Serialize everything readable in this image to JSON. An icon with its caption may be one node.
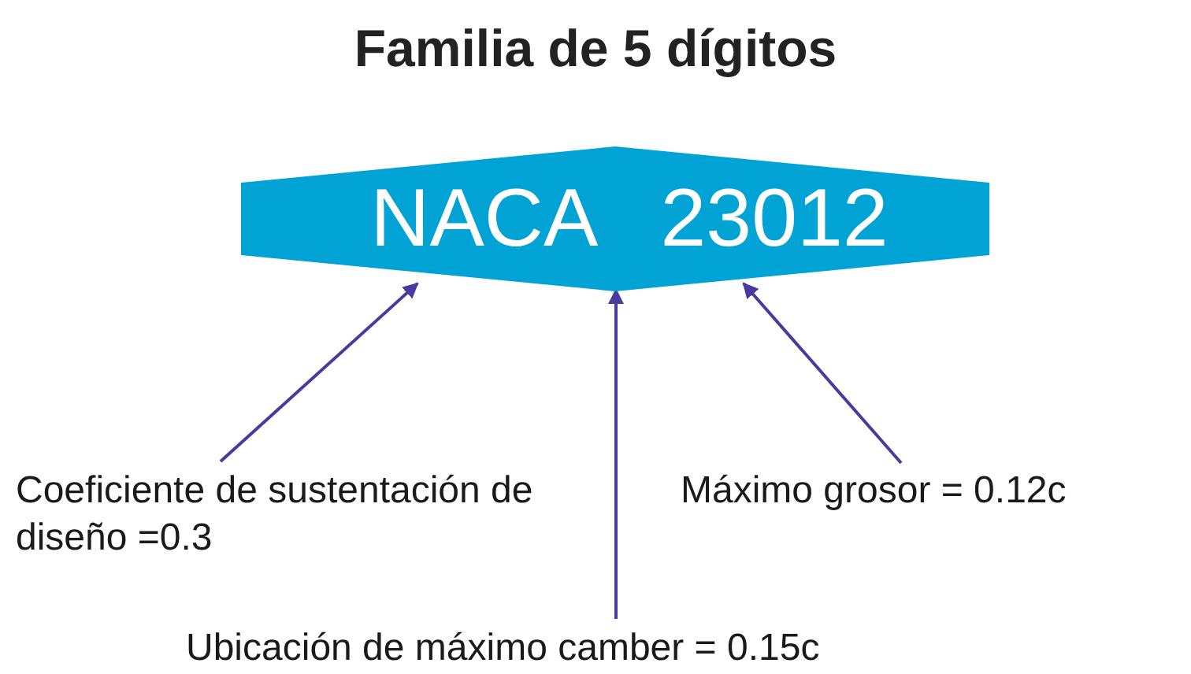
{
  "diagram": {
    "title": "Familia de 5 dígitos",
    "nodes": [
      {
        "text": [
          "NACA 23012"
        ]
      },
      {
        "text": [
          "Coeficiente de sustentación de diseño =0.3"
        ]
      },
      {
        "text": [
          "Máximo grosor = 0.12c"
        ]
      },
      {
        "text": [
          "Ubicación de máximo camber = 0.15c"
        ]
      }
    ],
    "edges": [
      {
        "from": 1,
        "to": 0,
        "arrow": "to"
      },
      {
        "from": 3,
        "to": 0,
        "arrow": "to"
      },
      {
        "from": 2,
        "to": 0,
        "arrow": "to"
      }
    ]
  }
}
